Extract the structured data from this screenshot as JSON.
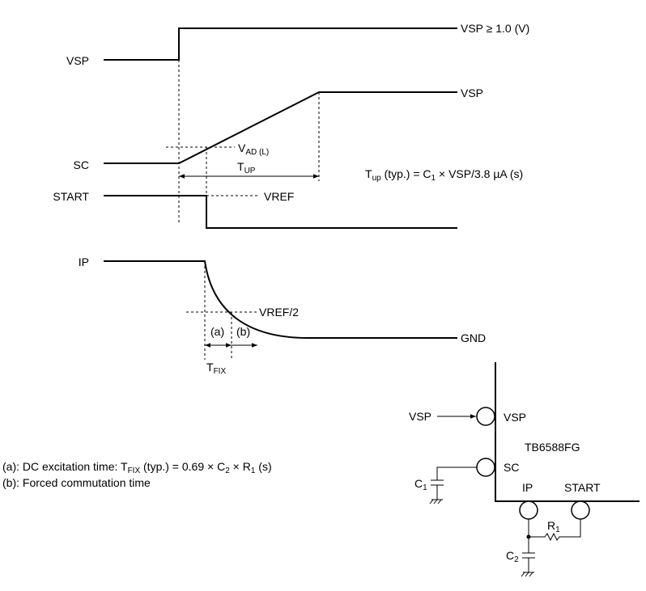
{
  "signals": {
    "vsp": "VSP",
    "sc": "SC",
    "start": "START",
    "ip": "IP"
  },
  "levels": {
    "vsp_top": "VSP ≥ 1.0 (V)",
    "sc_top": "VSP",
    "gnd": "GND",
    "vref": "VREF",
    "vref_half": "VREF/2"
  },
  "timing": {
    "vad_main": "V",
    "vad_sub": "AD (L)",
    "tup_main": "T",
    "tup_sub": "UP",
    "tfix_main": "T",
    "tfix_sub": "FIX",
    "interval_a": "(a)",
    "interval_b": "(b)"
  },
  "formula": {
    "t_main": "T",
    "t_sub": "up",
    "mid1": " (typ.) = C",
    "c_sub": "1",
    "tail": " × VSP/3.8 µA (s)"
  },
  "notes": {
    "a_prefix": "(a): DC excitation time: T",
    "a_sub1": "FIX",
    "a_mid": " (typ.) = 0.69 × C",
    "a_sub2": "2",
    "a_mid2": " × R",
    "a_sub3": "1",
    "a_tail": " (s)",
    "b_line": "(b): Forced commutation time"
  },
  "circuit": {
    "chip": "TB6588FG",
    "pin_vsp": "VSP",
    "pin_sc": "SC",
    "pin_ip": "IP",
    "pin_start": "START",
    "input_vsp": "VSP",
    "c1_main": "C",
    "c1_sub": "1",
    "c2_main": "C",
    "c2_sub": "2",
    "r1_main": "R",
    "r1_sub": "1"
  }
}
